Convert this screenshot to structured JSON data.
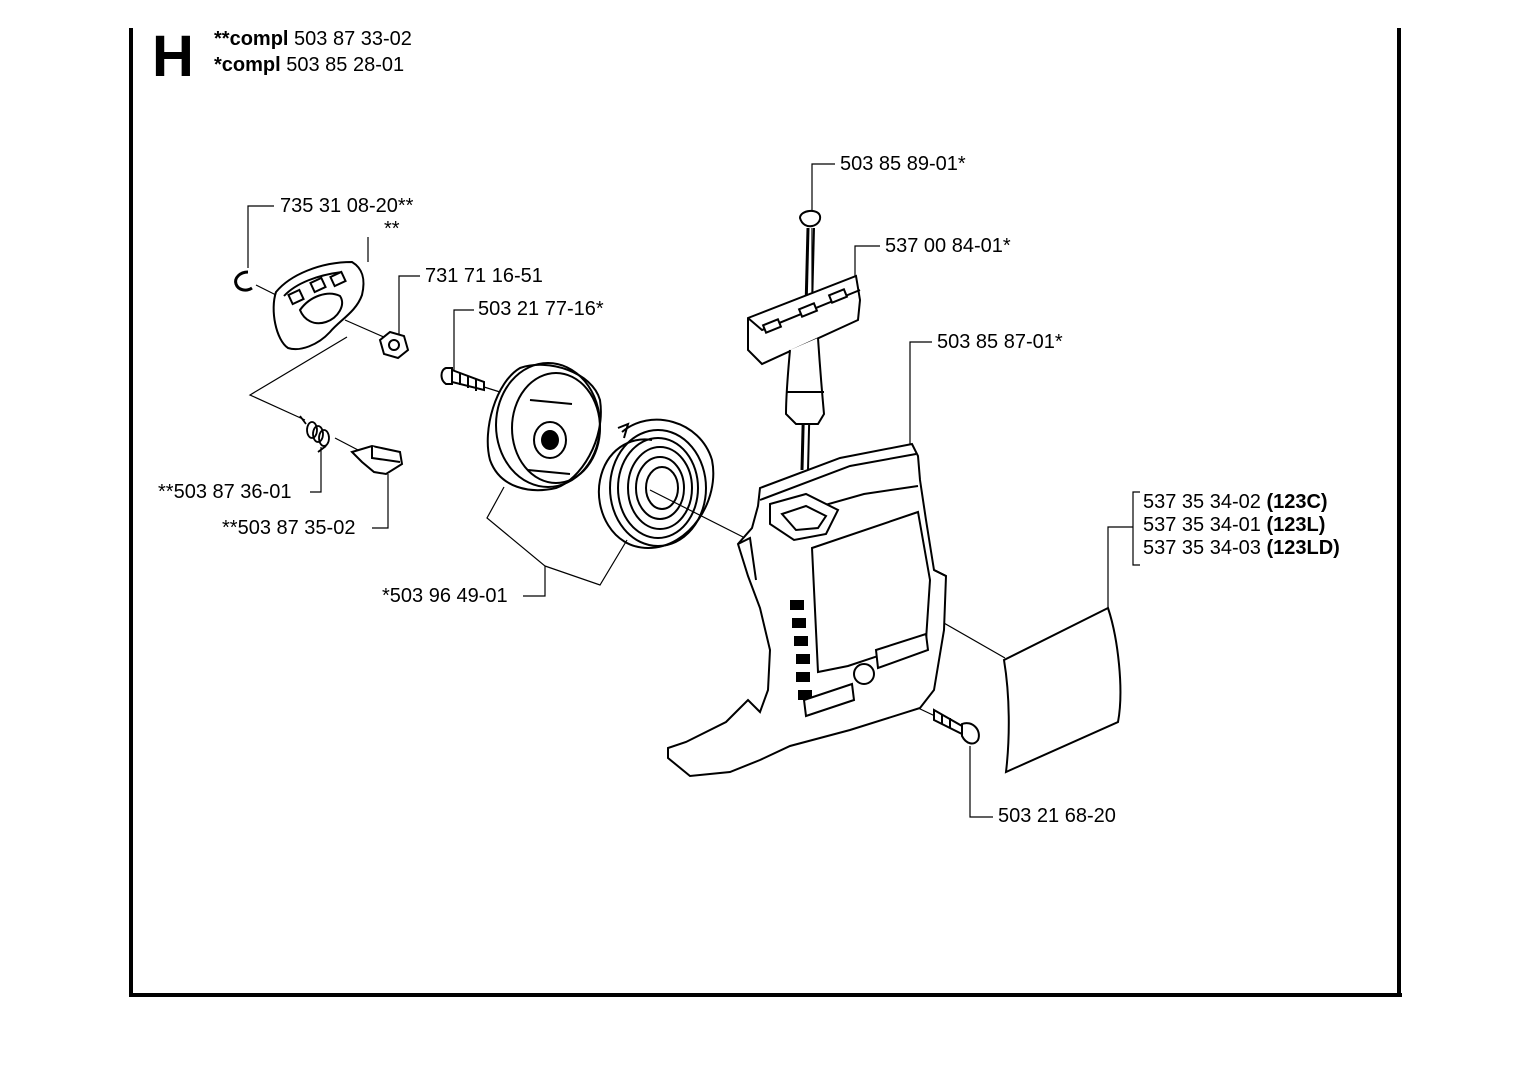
{
  "section_letter": "H",
  "header": {
    "line1_prefix": "**compl",
    "line1_number": "503 87 33-02",
    "line2_prefix": "*compl",
    "line2_number": "503 85 28-01"
  },
  "parts": {
    "p1": "503 85 89-01*",
    "p2": "537 00 84-01*",
    "p3": "735 31 08-20**",
    "p4": "**",
    "p5": "731 71 16-51",
    "p6": "503 21 77-16*",
    "p7": "503 85 87-01*",
    "p8": "**503 87 36-01",
    "p9": "**503 87 35-02",
    "p10": "*503 96 49-01",
    "p11": "503 21 68-20"
  },
  "variants": [
    {
      "number": "537 35 34-02",
      "model": "(123C)"
    },
    {
      "number": "537 35 34-01",
      "model": "(123L)"
    },
    {
      "number": "537 35 34-03",
      "model": "(123LD)"
    }
  ]
}
